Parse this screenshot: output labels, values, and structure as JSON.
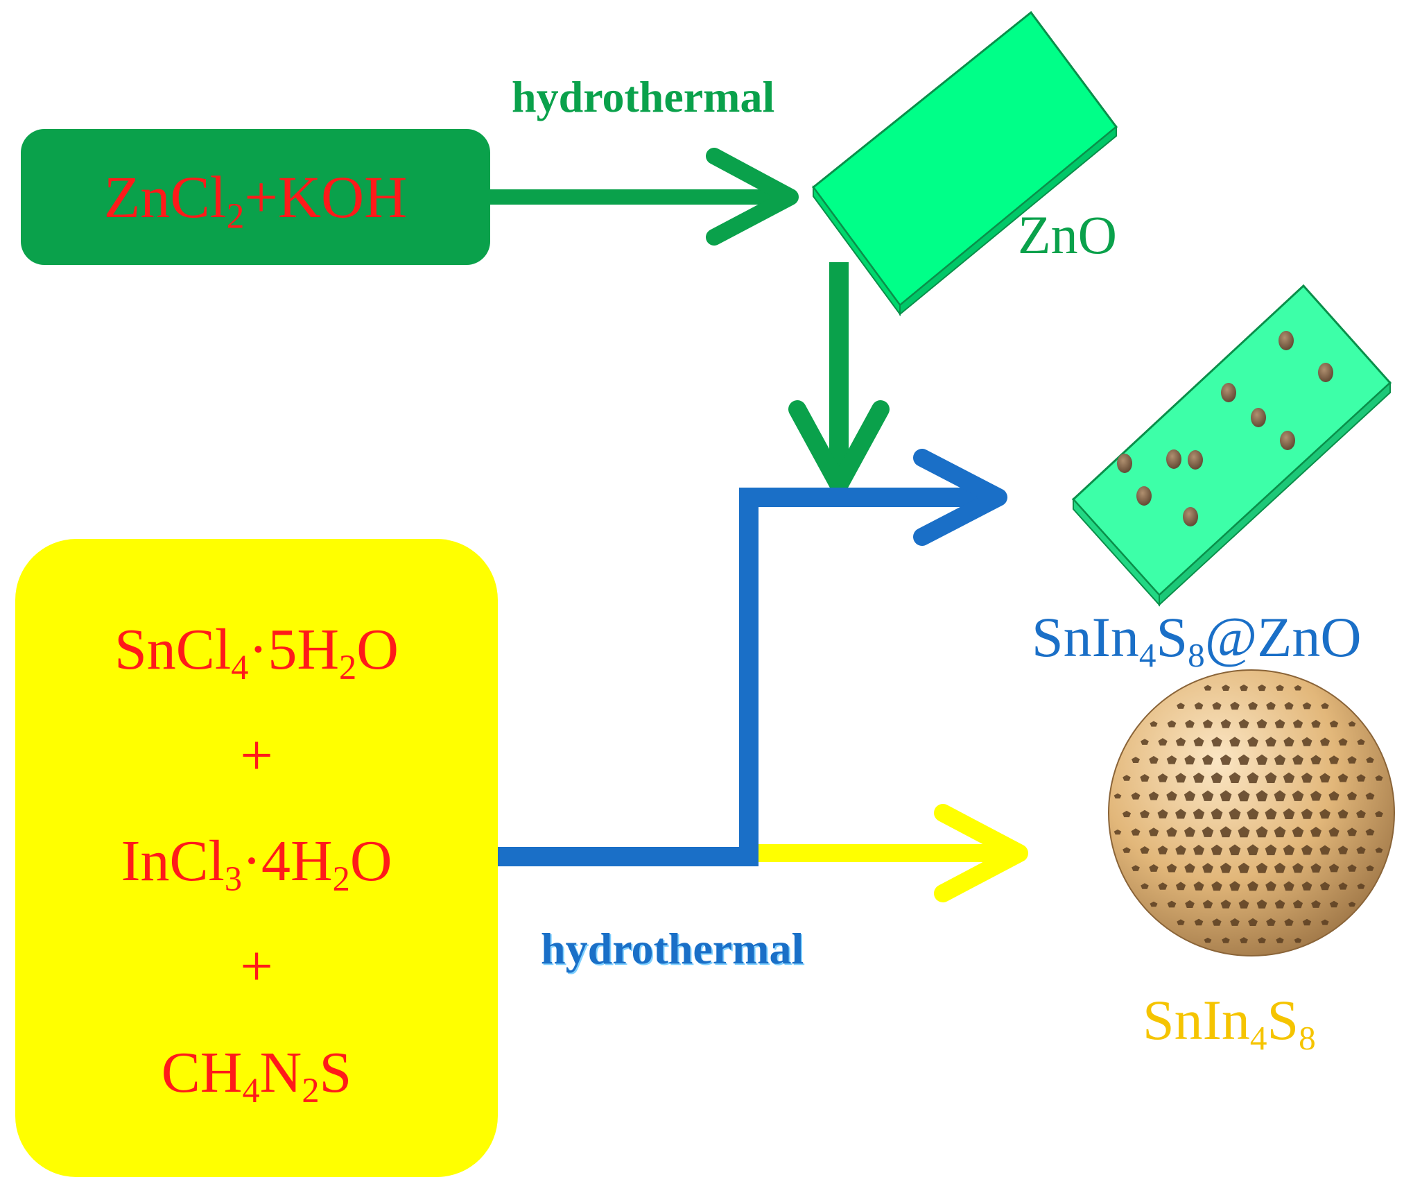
{
  "colors": {
    "green": "#0aa14b",
    "blue": "#1a6fc7",
    "yellow": "#ffff00",
    "red_text": "#ff1a1a",
    "gold_text": "#f5c400",
    "zno_plate": "#00ff88",
    "particle": "#8a6a45",
    "sphere": "#e2b77a"
  },
  "reactants_zno": {
    "formula_main": "ZnCl",
    "formula_sub": "2",
    "formula_rest": "+KOH"
  },
  "reactants_sis": {
    "line1": {
      "a": "SnCl",
      "a_sub": "4",
      "b": "·5H",
      "b_sub": "2",
      "c": "O"
    },
    "plus1": "+",
    "line2": {
      "a": "InCl",
      "a_sub": "3",
      "b": "·4H",
      "b_sub": "2",
      "c": "O"
    },
    "plus2": "+",
    "line3": {
      "a": "CH",
      "a_sub": "4",
      "b": "N",
      "b_sub": "2",
      "c": "S"
    }
  },
  "process_labels": {
    "top": "hydrothermal",
    "bottom": "hydrothermal"
  },
  "products": {
    "zno": "ZnO",
    "composite": {
      "a": "SnIn",
      "a_sub": "4",
      "b": "S",
      "b_sub": "8",
      "c": "@ZnO"
    },
    "sis": {
      "a": "SnIn",
      "a_sub": "4",
      "b": "S",
      "b_sub": "8"
    }
  }
}
